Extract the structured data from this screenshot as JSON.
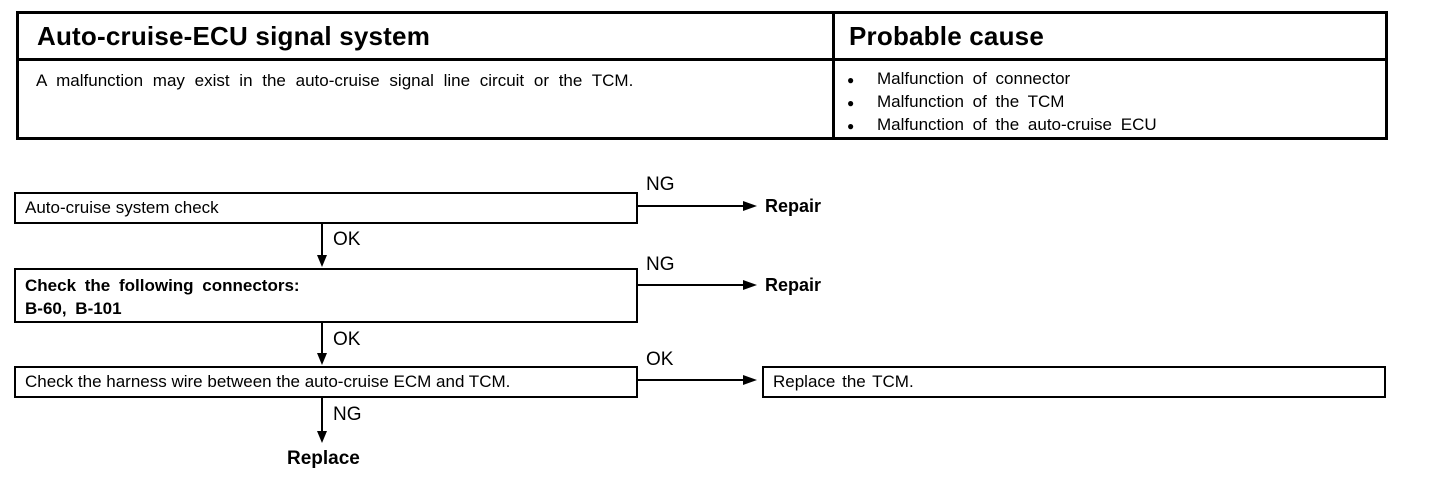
{
  "icons": {
    "bullet": "●"
  },
  "header_table": {
    "system_title": "Auto-cruise-ECU signal system",
    "probable_cause_title": "Probable cause",
    "description": "A malfunction may exist in the auto-cruise signal line circuit or the TCM.",
    "causes": [
      "Malfunction of connector",
      "Malfunction of the TCM",
      "Malfunction of the auto-cruise ECU"
    ]
  },
  "flowchart": {
    "step1": {
      "label": "Auto-cruise system check",
      "ng_label": "NG",
      "ng_action": "Repair",
      "ok_label": "OK"
    },
    "step2": {
      "label_line1": "Check the following connectors:",
      "label_line2": "B-60, B-101",
      "ng_label": "NG",
      "ng_action": "Repair",
      "ok_label": "OK"
    },
    "step3": {
      "label": "Check the harness wire between the auto-cruise ECM and TCM.",
      "ok_label": "OK",
      "ok_action": "Replace the TCM.",
      "ng_label": "NG",
      "ng_action": "Replace"
    }
  }
}
